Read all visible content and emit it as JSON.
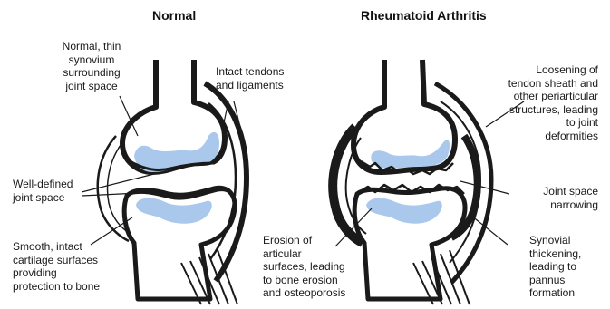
{
  "titles": {
    "normal": "Normal",
    "ra": "Rheumatoid Arthritis"
  },
  "normal_labels": {
    "synovium": "Normal, thin\nsynovium\nsurrounding\njoint space",
    "tendons": "Intact tendons\nand ligaments",
    "joint_space": "Well-defined\njoint space",
    "cartilage": "Smooth, intact\ncartilage surfaces\nproviding\nprotection to bone"
  },
  "ra_labels": {
    "loosening": "Loosening of\ntendon sheath and\nother periarticular\nstructures, leading\nto joint\ndeformities",
    "narrowing": "Joint space\nnarrowing",
    "erosion": "Erosion of\narticular\nsurfaces, leading\nto bone erosion\nand osteoporosis",
    "thickening": "Synovial\nthickening,\nleading to\npannus\nformation"
  },
  "colors": {
    "stroke": "#1a1a1a",
    "cartilage_blue": "#a9c8ec",
    "background": "#ffffff"
  }
}
